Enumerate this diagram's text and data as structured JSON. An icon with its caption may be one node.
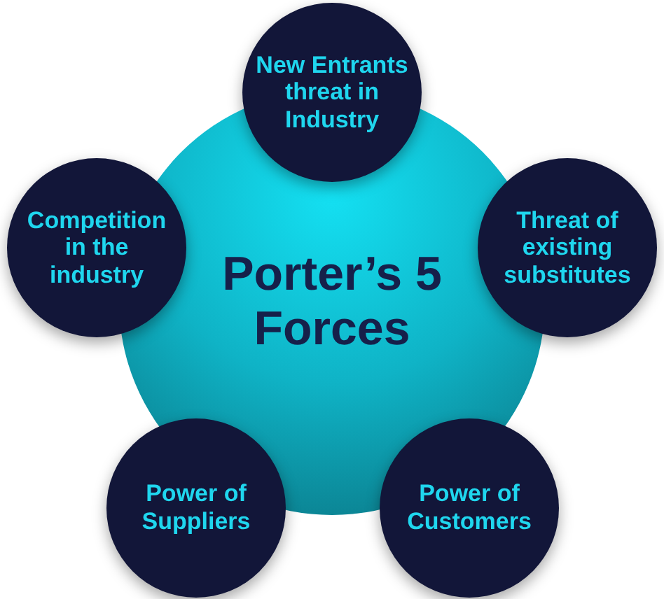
{
  "diagram": {
    "nodes": [
      {
        "text": [
          "Porter’s 5 Forces"
        ]
      },
      {
        "text": [
          "New Entrants threat in Industry"
        ]
      },
      {
        "text": [
          "Competition in the industry"
        ]
      },
      {
        "text": [
          "Threat of existing substitutes"
        ]
      },
      {
        "text": [
          "Power of Suppliers"
        ]
      },
      {
        "text": [
          "Power of Customers"
        ]
      }
    ]
  }
}
